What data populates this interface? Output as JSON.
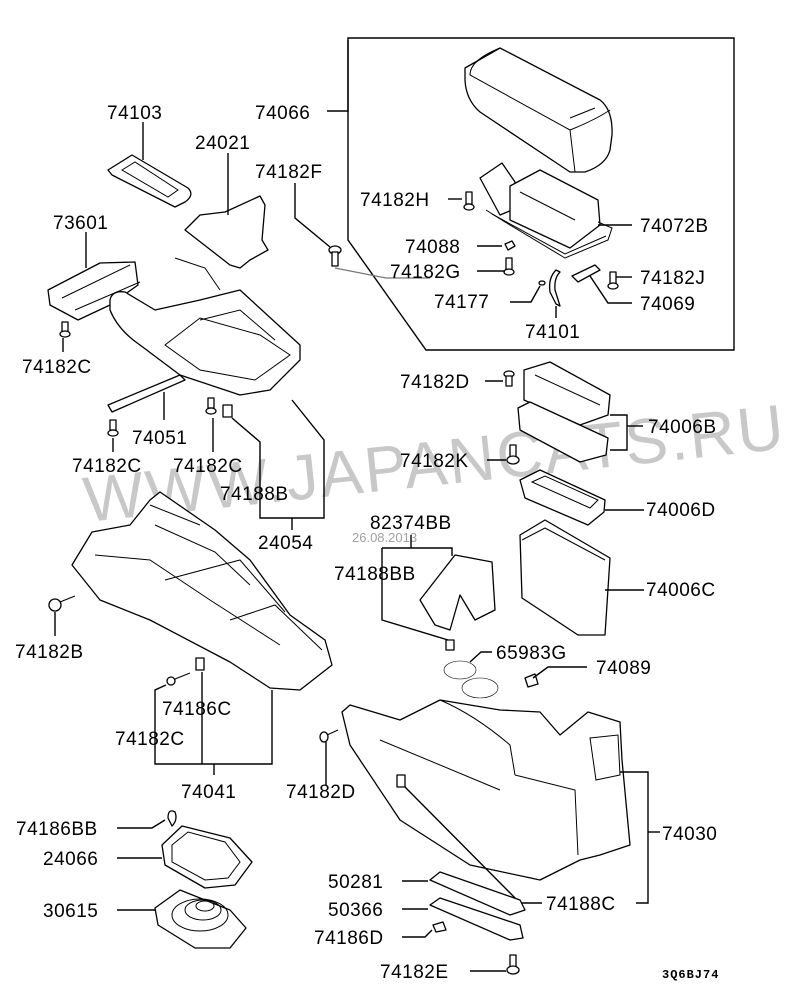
{
  "diagram": {
    "title": "Console box parts diagram",
    "diagram_code": "3Q6BJ74",
    "watermark": "WWW.JAPANCATS.RU",
    "date_stamp": "26.08.2013",
    "labels": {
      "p74103": "74103",
      "p24021": "24021",
      "p74066": "74066",
      "p74182F": "74182F",
      "p73601": "73601",
      "p74182C_a": "74182C",
      "p74182H": "74182H",
      "p74072B": "74072B",
      "p74088": "74088",
      "p74182G": "74182G",
      "p74182J": "74182J",
      "p74177": "74177",
      "p74069": "74069",
      "p74101": "74101",
      "p74182D_a": "74182D",
      "p74006B": "74006B",
      "p74051": "74051",
      "p74182C_b": "74182C",
      "p74182C_c": "74182C",
      "p74182K": "74182K",
      "p74188B": "74188B",
      "p74006D": "74006D",
      "p24054": "24054",
      "p82374BB": "82374BB",
      "p74188BB": "74188BB",
      "p74006C": "74006C",
      "p74182B": "74182B",
      "p65983G": "65983G",
      "p74089": "74089",
      "p74186C": "74186C",
      "p74182C_d": "74182C",
      "p74041": "74041",
      "p74182D_b": "74182D",
      "p74186BB": "74186BB",
      "p74030": "74030",
      "p24066": "24066",
      "p50281": "50281",
      "p50366": "50366",
      "p74188C": "74188C",
      "p30615": "30615",
      "p74186D": "74186D",
      "p74182E": "74182E"
    }
  }
}
